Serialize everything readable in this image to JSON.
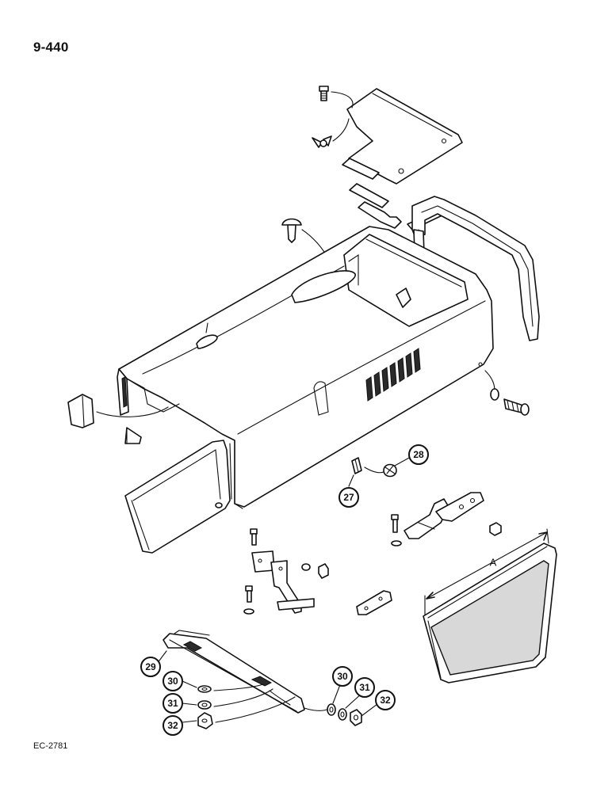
{
  "page_number": "9-440",
  "drawing_code": "EC-2781",
  "dimension_label": "A",
  "callouts": [
    {
      "id": "c27",
      "label": "27"
    },
    {
      "id": "c28",
      "label": "28"
    },
    {
      "id": "c29",
      "label": "29"
    },
    {
      "id": "c30a",
      "label": "30"
    },
    {
      "id": "c31a",
      "label": "31"
    },
    {
      "id": "c32a",
      "label": "32"
    },
    {
      "id": "c30b",
      "label": "30"
    },
    {
      "id": "c31b",
      "label": "31"
    },
    {
      "id": "c32b",
      "label": "32"
    }
  ]
}
